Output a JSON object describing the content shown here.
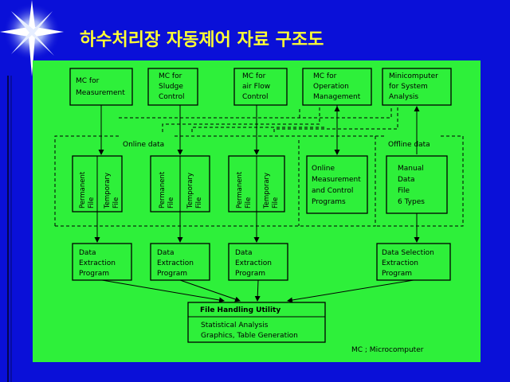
{
  "slide": {
    "title": "하수처리장 자동제어 자료 구조도",
    "legend": "MC ; Microcomputer"
  },
  "top_boxes": [
    {
      "line1": "MC  for",
      "line2": "Measurement",
      "line3": ""
    },
    {
      "line1": "MC  for",
      "line2": "Sludge",
      "line3": "Control"
    },
    {
      "line1": "MC  for",
      "line2": "air Flow",
      "line3": "Control"
    },
    {
      "line1": "MC  for",
      "line2": "Operation",
      "line3": "Management"
    },
    {
      "line1": "Minicomputer",
      "line2": "for System",
      "line3": "Analysis"
    }
  ],
  "regions": {
    "online": "Online data",
    "offline": "Offline data"
  },
  "files": {
    "permanent_line1": "Permanent",
    "permanent_line2": "File",
    "temporary_line1": "Temporary",
    "temporary_line2": "File"
  },
  "online_programs": {
    "line1": "Online",
    "line2": "Measurement",
    "line3": "and Control",
    "line4": "Programs"
  },
  "manual_box": {
    "line1": "Manual",
    "line2": "Data",
    "line3": "File",
    "line4": "6 Types"
  },
  "extraction": {
    "line1": "Data",
    "line2": "Extraction",
    "line3": "Program"
  },
  "selection": {
    "line1": "Data Selection",
    "line2": "Extraction",
    "line3": "Program"
  },
  "utility": {
    "header": "File Handling Utility",
    "line1": "Statistical  Analysis",
    "line2": "Graphics,  Table Generation"
  }
}
